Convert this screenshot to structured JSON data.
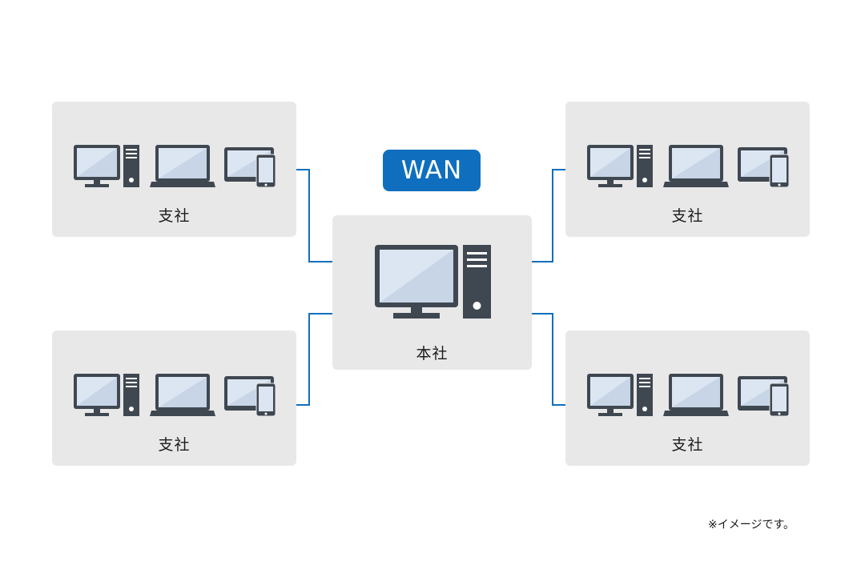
{
  "wan": {
    "label": "WAN"
  },
  "hq": {
    "label": "本社"
  },
  "branches": [
    {
      "label": "支社"
    },
    {
      "label": "支社"
    },
    {
      "label": "支社"
    },
    {
      "label": "支社"
    }
  ],
  "note": "※イメージです。",
  "colors": {
    "box_bg": "#e8e8e8",
    "accent": "#0f6fbe",
    "device": "#3f4751",
    "screen": "#dce6f2"
  },
  "icons": [
    "desktop-pc-icon",
    "laptop-icon",
    "tablet-icon",
    "smartphone-icon"
  ]
}
